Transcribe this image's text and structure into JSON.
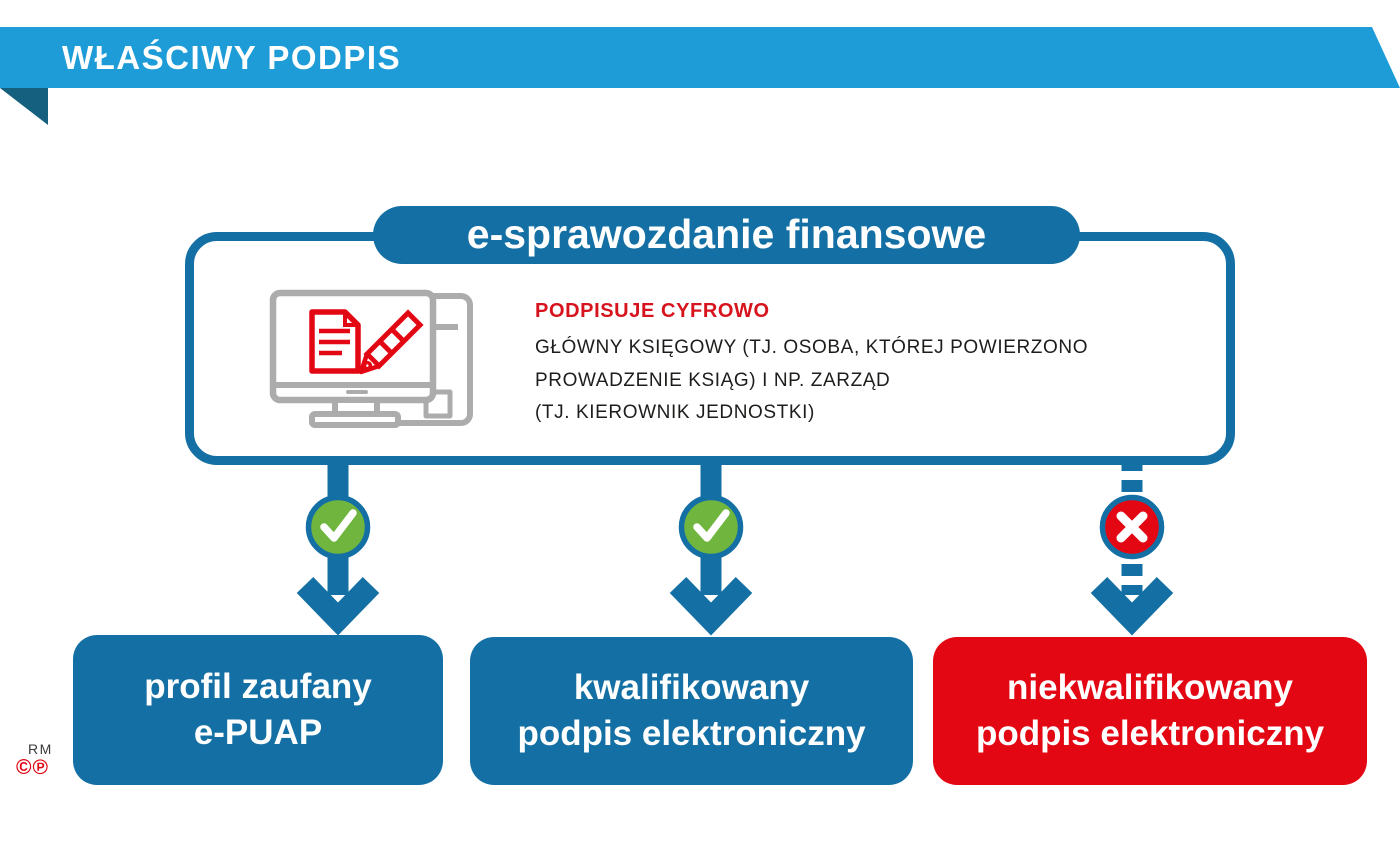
{
  "banner": {
    "title": "WŁAŚCIWY PODPIS"
  },
  "main_box": {
    "pill_label": "e-sprawozdanie finansowe",
    "icon": "monitor-document-signing-icon",
    "heading": "PODPISUJE CYFROWO",
    "body_lines": [
      "GŁÓWNY KSIĘGOWY (TJ. OSOBA, KTÓREJ POWIERZONO",
      "PROWADZENIE KSIĄG) I NP. ZARZĄD",
      "(TJ. KIEROWNIK JEDNOSTKI)"
    ]
  },
  "branches": [
    {
      "arrow_style": "solid",
      "badge": "check-icon",
      "box_color": "blue",
      "lines": [
        "profil zaufany",
        "e-PUAP"
      ]
    },
    {
      "arrow_style": "solid",
      "badge": "check-icon",
      "box_color": "blue",
      "lines": [
        "kwalifikowany",
        "podpis elektroniczny"
      ]
    },
    {
      "arrow_style": "dashed",
      "badge": "cross-icon",
      "box_color": "red",
      "lines": [
        "niekwalifikowany",
        "podpis elektroniczny"
      ]
    }
  ],
  "footer": {
    "credit": "RM",
    "copyright_symbol": "©",
    "phonogram_symbol": "℗"
  },
  "colors": {
    "banner_blue": "#1E9CD8",
    "fold_blue": "#15607F",
    "main_blue": "#1470A4",
    "green": "#6FB53E",
    "red": "#E30613",
    "heading_red": "#D7141D",
    "text_dark": "#1D1D1B",
    "icon_gray": "#ACACAC"
  }
}
